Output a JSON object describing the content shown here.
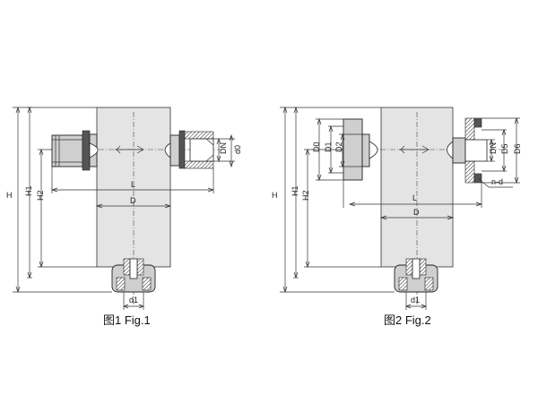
{
  "figures": [
    {
      "caption": "图1  Fig.1",
      "labels": {
        "H": "H",
        "H1": "H1",
        "H2": "H2",
        "L": "L",
        "D": "D",
        "DN": "DN",
        "d0": "d0",
        "d1": "d1"
      }
    },
    {
      "caption": "图2   Fig.2",
      "labels": {
        "H": "H",
        "H1": "H1",
        "H2": "H2",
        "L": "L",
        "D": "D",
        "D0": "D0",
        "D1": "D1",
        "D2": "D2",
        "DN": "DN",
        "D5": "D5",
        "D6": "D6",
        "nd": "n-d",
        "d1": "d1"
      }
    }
  ]
}
